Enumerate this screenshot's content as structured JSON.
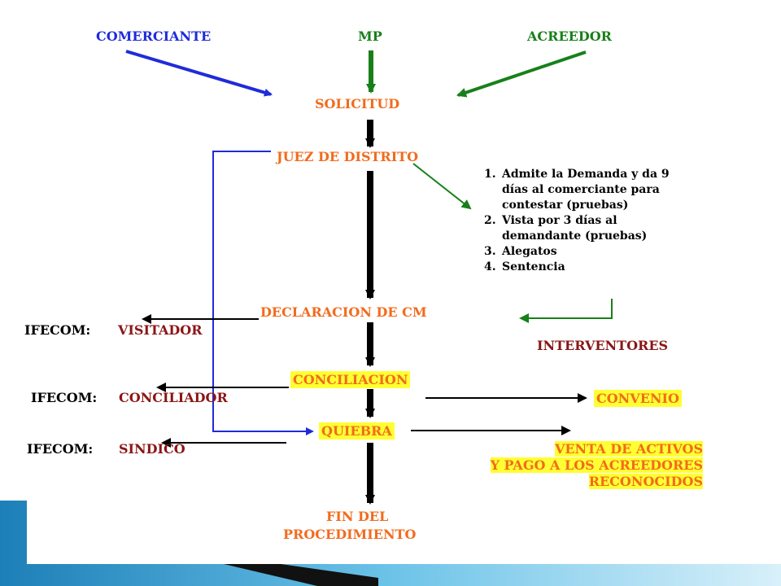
{
  "diagram": {
    "comerciante": "COMERCIANTE",
    "mp": "MP",
    "acreedor": "ACREEDOR",
    "solicitud": "SOLICITUD",
    "juez": "JUEZ DE DISTRITO",
    "steps": [
      {
        "num": "1.",
        "text": "Admite la Demanda y da 9 días al comerciante para contestar (pruebas)"
      },
      {
        "num": "2.",
        "text": "Vista por 3 días al demandante (pruebas)"
      },
      {
        "num": "3.",
        "text": "Alegatos"
      },
      {
        "num": "4.",
        "text": "Sentencia"
      }
    ],
    "declaracion": "DECLARACION DE CM",
    "ifecom_prefix_1": "IFECOM:",
    "visitador": "VISITADOR",
    "interventores": "INTERVENTORES",
    "conciliacion": "CONCILIACION",
    "ifecom_prefix_2": "IFECOM:",
    "conciliador": "CONCILIADOR",
    "convenio": "CONVENIO",
    "quiebra": "QUIEBRA",
    "ifecom_prefix_3": "IFECOM:",
    "sindico": "SINDICO",
    "venta_1": "VENTA DE ACTIVOS",
    "venta_2": "Y PAGO A LOS ACREEDORES",
    "venta_3": "RECONOCIDOS",
    "fin_1": "FIN DEL",
    "fin_2": "PROCEDIMIENTO"
  },
  "colors": {
    "orange": "#f26b1d",
    "blue": "#1f2bd9",
    "green": "#18801a",
    "maroon": "#8a1616",
    "highlight": "#ffff33"
  }
}
